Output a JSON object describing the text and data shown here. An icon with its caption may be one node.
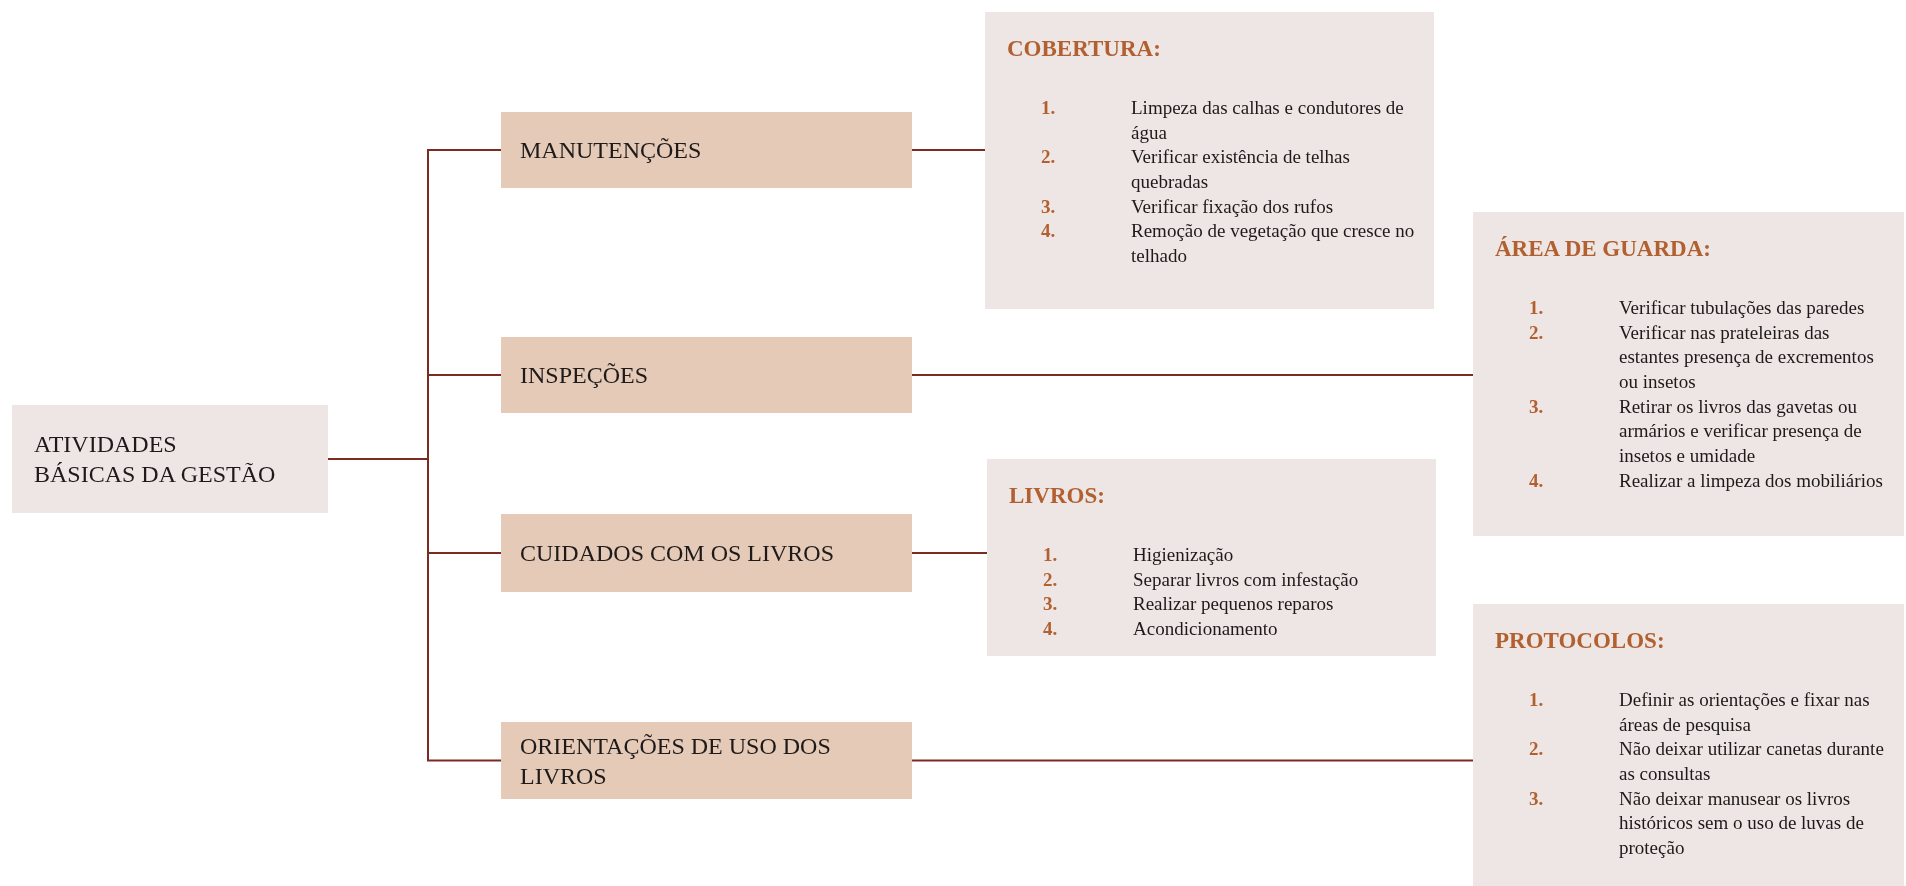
{
  "diagram": {
    "nodes": [
      {
        "text": [
          "ATIVIDADES BÁSICAS DA GESTÃO"
        ]
      },
      {
        "text": [
          "MANUTENÇÕES"
        ]
      },
      {
        "text": [
          "INSPEÇÕES"
        ]
      },
      {
        "text": [
          "CUIDADOS COM OS LIVROS"
        ]
      },
      {
        "text": [
          "ORIENTAÇÕES DE USO DOS LIVROS"
        ]
      },
      {
        "text": [
          "COBERTURA:",
          "1.",
          "Limpeza das calhas e condutores de água",
          "2.",
          "Verificar existência de telhas quebradas",
          "3.",
          "Verificar fixação dos rufos",
          "4.",
          "Remoção de vegetação que cresce no telhado"
        ]
      },
      {
        "text": [
          "ÁREA DE GUARDA:",
          "1.",
          "Verificar tubulações das paredes",
          "2.",
          "Verificar nas prateleiras das estantes presença de excrementos ou insetos",
          "3.",
          "Retirar os livros das gavetas ou armários e verificar presença de insetos e umidade",
          "4.",
          "Realizar a limpeza dos mobiliários"
        ]
      },
      {
        "text": [
          "LIVROS:",
          "1.",
          "Higienização",
          "2.",
          "Separar livros com infestação",
          "3.",
          "Realizar pequenos reparos",
          "4.",
          "Acondicionamento"
        ]
      },
      {
        "text": [
          "PROTOCOLOS:",
          "1.",
          "Definir as orientações e fixar nas áreas de pesquisa",
          "2.",
          "Não deixar utilizar canetas durante as consultas",
          "3.",
          "Não deixar manusear os livros históricos sem o uso de luvas de proteção"
        ]
      }
    ],
    "edges": [
      {
        "from": 0,
        "to": 1,
        "arrow": "none"
      },
      {
        "from": 0,
        "to": 2,
        "arrow": "none"
      },
      {
        "from": 0,
        "to": 3,
        "arrow": "none"
      },
      {
        "from": 0,
        "to": 4,
        "arrow": "none"
      },
      {
        "from": 1,
        "to": 5,
        "arrow": "none"
      },
      {
        "from": 2,
        "to": 6,
        "arrow": "none"
      },
      {
        "from": 3,
        "to": 7,
        "arrow": "none"
      },
      {
        "from": 4,
        "to": 8,
        "arrow": "none"
      }
    ]
  }
}
